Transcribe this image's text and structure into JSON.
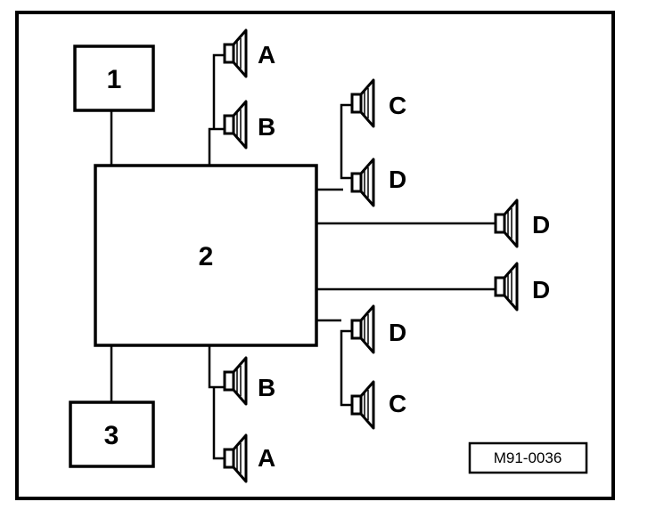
{
  "diagram": {
    "modules": {
      "m1": "1",
      "m2": "2",
      "m3": "3"
    },
    "speakers": {
      "top_a": "A",
      "top_b": "B",
      "upper_c": "C",
      "upper_d": "D",
      "mid_d1": "D",
      "mid_d2": "D",
      "lower_d": "D",
      "lower_c": "C",
      "bottom_b": "B",
      "bottom_a": "A"
    },
    "reference_code": "M91-0036"
  }
}
